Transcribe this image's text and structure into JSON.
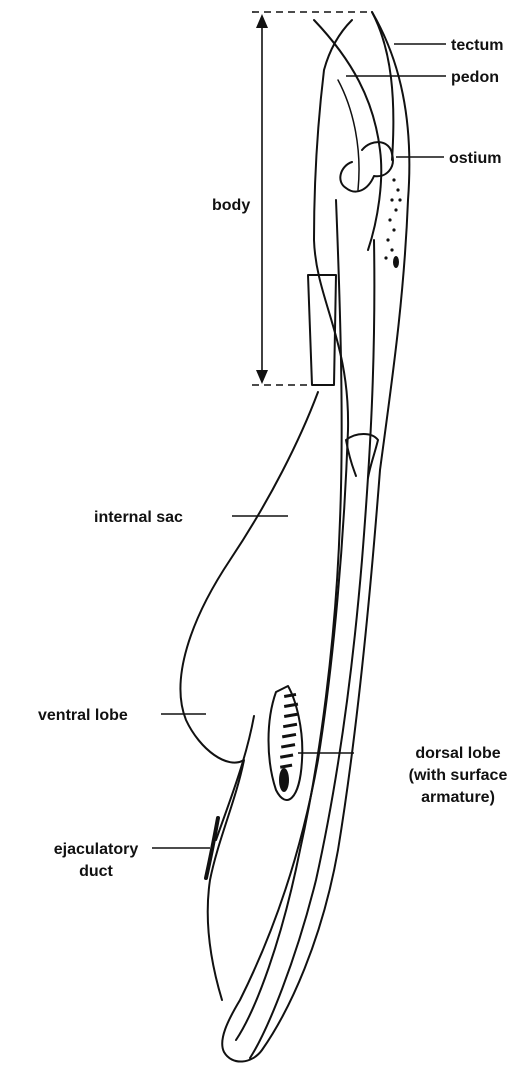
{
  "labels": {
    "tectum": "tectum",
    "pedon": "pedon",
    "ostium": "ostium",
    "body": "body",
    "internal_sac": "internal sac",
    "ventral_lobe": "ventral lobe",
    "dorsal_lobe_1": "dorsal lobe",
    "dorsal_lobe_2": "(with surface",
    "dorsal_lobe_3": "armature)",
    "ejaculatory_1": "ejaculatory",
    "ejaculatory_2": "duct"
  },
  "colors": {
    "ink": "#111111",
    "background": "#ffffff"
  }
}
